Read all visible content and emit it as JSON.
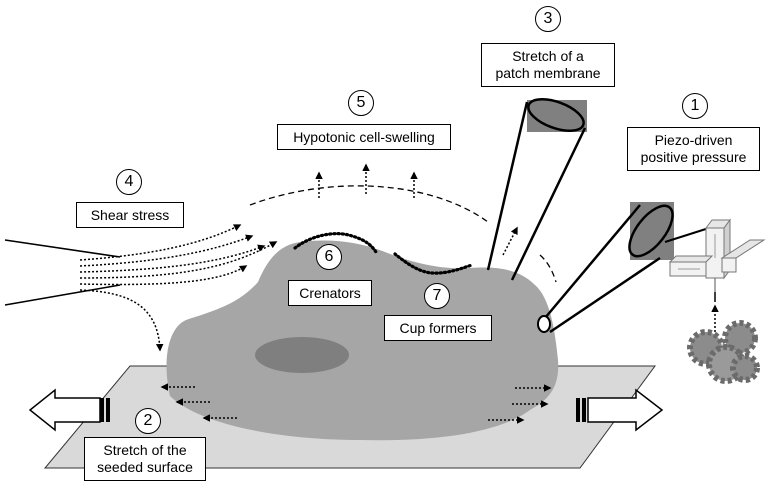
{
  "labels": {
    "piezo": {
      "number": "1",
      "text_line1": "Piezo-driven",
      "text_line2": "positive pressure"
    },
    "seeded": {
      "number": "2",
      "text_line1": "Stretch of the",
      "text_line2": "seeded surface"
    },
    "patch": {
      "number": "3",
      "text_line1": "Stretch of a",
      "text_line2": "patch membrane"
    },
    "shear": {
      "number": "4",
      "text": "Shear stress"
    },
    "hypotonic": {
      "number": "5",
      "text": "Hypotonic cell-swelling"
    },
    "crenators": {
      "number": "6",
      "text": "Crenators"
    },
    "cup": {
      "number": "7",
      "text": "Cup formers"
    }
  },
  "colors": {
    "cell": "#a6a6a6",
    "nucleus": "#7f7f7f",
    "substrate": "#d9d9d9",
    "pipette_grey": "#808080",
    "gear": "#8c8c8c"
  }
}
